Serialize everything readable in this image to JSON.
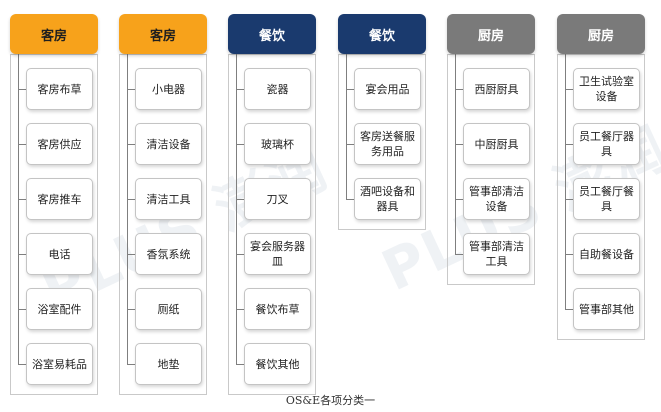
{
  "watermark": "PLUS 澎润",
  "caption": "OS&E各项分类一",
  "colors": {
    "orange": "#f7a21b",
    "navy": "#1a3a6e",
    "gray": "#7a7a7a"
  },
  "columns": [
    {
      "header": "客房",
      "color": "orange",
      "items": [
        "客房布草",
        "客房供应",
        "客房推车",
        "电话",
        "浴室配件",
        "浴室易耗品"
      ]
    },
    {
      "header": "客房",
      "color": "orange",
      "items": [
        "小电器",
        "清洁设备",
        "清洁工具",
        "香氛系统",
        "厕纸",
        "地垫"
      ]
    },
    {
      "header": "餐饮",
      "color": "navy",
      "items": [
        "瓷器",
        "玻璃杯",
        "刀叉",
        "宴会服务器\n皿",
        "餐饮布草",
        "餐饮其他"
      ]
    },
    {
      "header": "餐饮",
      "color": "navy",
      "items": [
        "宴会用品",
        "客房送餐服\n务用品",
        "酒吧设备和\n器具"
      ]
    },
    {
      "header": "厨房",
      "color": "gray",
      "items": [
        "西厨厨具",
        "中厨厨具",
        "管事部清洁\n设备",
        "管事部清洁\n工具"
      ]
    },
    {
      "header": "厨房",
      "color": "gray",
      "items": [
        "卫生试验室\n设备",
        "员工餐厅器\n具",
        "员工餐厅餐\n具",
        "自助餐设备",
        "管事部其他"
      ]
    }
  ]
}
